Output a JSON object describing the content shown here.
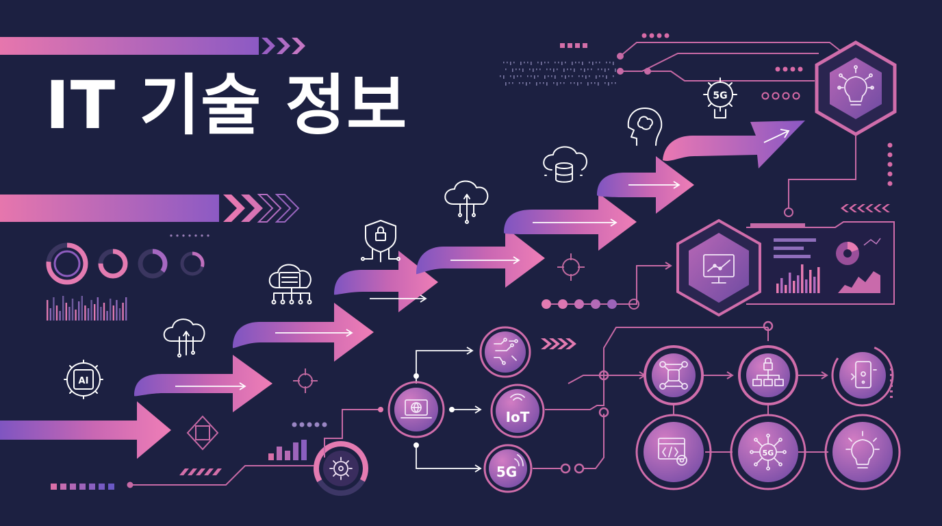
{
  "title": "IT 기술 정보",
  "labels": {
    "iot": "IoT",
    "fiveg": "5G",
    "fiveg_gear": "5G",
    "fiveg_node": "5G",
    "ai": "AI"
  },
  "icons": [
    "gear-ai-icon",
    "cloud-upload-icon",
    "cloud-server-icon",
    "shield-lock-icon",
    "cloud-network-icon",
    "cloud-database-icon",
    "brain-head-icon",
    "gear-5g-icon",
    "lightbulb-icon",
    "analytics-monitor-icon",
    "laptop-globe-icon",
    "circuit-icon",
    "network-nodes-icon",
    "hierarchy-lock-icon",
    "mobile-device-icon",
    "code-window-icon",
    "network-hub-icon",
    "crosshair-icon"
  ],
  "colors": {
    "background": "#1c2041",
    "accent_pink": "#e77bb2",
    "accent_purple": "#8a5cc2",
    "line": "#c86aa6"
  }
}
